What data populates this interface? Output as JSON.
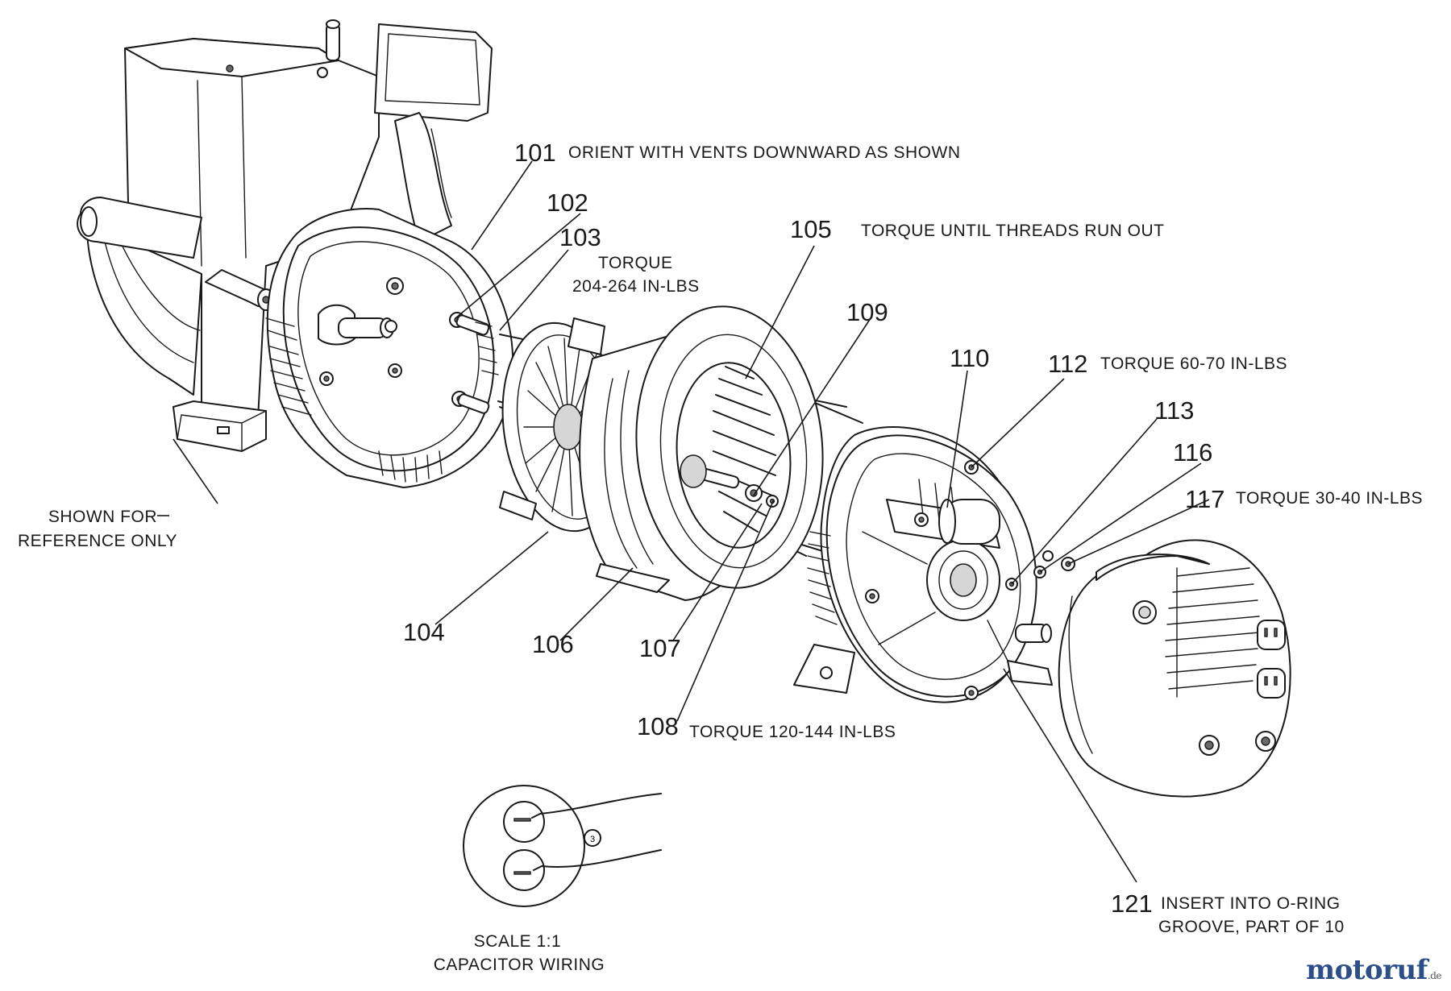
{
  "callouts": [
    {
      "id": "p101",
      "number": "101",
      "note": "ORIENT WITH VENTS DOWNWARD AS SHOWN"
    },
    {
      "id": "p102",
      "number": "102",
      "note": ""
    },
    {
      "id": "p103",
      "number": "103",
      "note": "TORQUE",
      "note2": "204-264 IN-LBS"
    },
    {
      "id": "p104",
      "number": "104",
      "note": ""
    },
    {
      "id": "p105",
      "number": "105",
      "note": "TORQUE UNTIL THREADS RUN OUT"
    },
    {
      "id": "p106",
      "number": "106",
      "note": ""
    },
    {
      "id": "p107",
      "number": "107",
      "note": ""
    },
    {
      "id": "p108",
      "number": "108",
      "note": "TORQUE 120-144 IN-LBS"
    },
    {
      "id": "p109",
      "number": "109",
      "note": ""
    },
    {
      "id": "p110",
      "number": "110",
      "note": ""
    },
    {
      "id": "p112",
      "number": "112",
      "note": "TORQUE 60-70 IN-LBS"
    },
    {
      "id": "p113",
      "number": "113",
      "note": ""
    },
    {
      "id": "p116",
      "number": "116",
      "note": ""
    },
    {
      "id": "p117",
      "number": "117",
      "note": "TORQUE 30-40 IN-LBS"
    },
    {
      "id": "p121",
      "number": "121",
      "note": "INSERT INTO O-RING",
      "note2": "GROOVE, PART OF 10"
    }
  ],
  "reference_note": {
    "line1": "SHOWN FOR",
    "line2": "REFERENCE ONLY"
  },
  "capacitor_detail": {
    "line1": "SCALE 1:1",
    "line2": "CAPACITOR WIRING",
    "marker": "3"
  },
  "watermark": {
    "text": "motoruf",
    "suffix": ".de",
    "color": "#2a4f8a"
  }
}
